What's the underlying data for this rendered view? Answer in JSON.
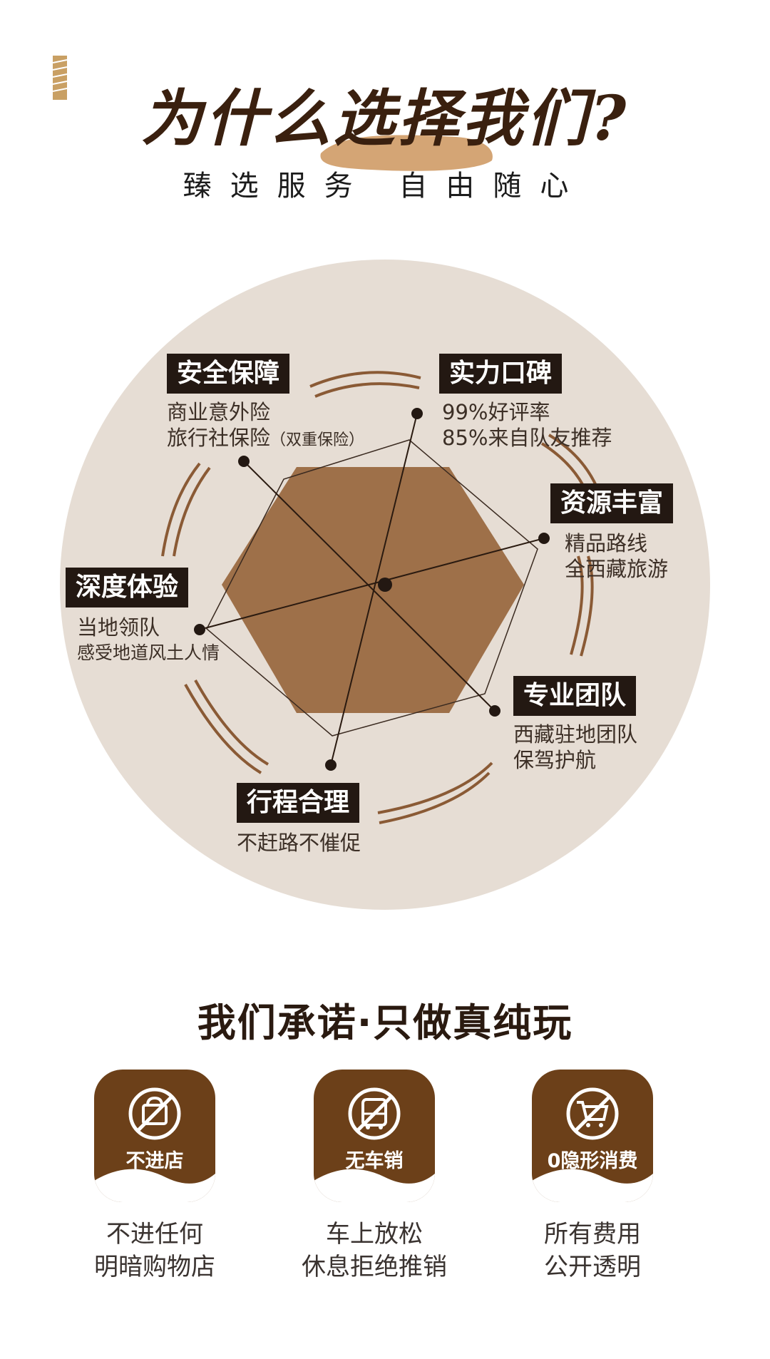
{
  "header": {
    "title": "为什么选择我们?",
    "subtitle": "臻选服务  自由随心"
  },
  "diagram": {
    "items": [
      {
        "label": "安全保障",
        "lines": [
          "商业意外险",
          "旅行社保险"
        ],
        "note": "（双重保险）"
      },
      {
        "label": "实力口碑",
        "lines": [
          "99%好评率",
          "85%来自队友推荐"
        ]
      },
      {
        "label": "资源丰富",
        "lines": [
          "精品路线",
          "全西藏旅游"
        ]
      },
      {
        "label": "专业团队",
        "lines": [
          "西藏驻地团队",
          "保驾护航"
        ]
      },
      {
        "label": "行程合理",
        "lines": [
          "不赶路不催促"
        ]
      },
      {
        "label": "深度体验",
        "lines": [
          "当地领队",
          "感受地道风土人情"
        ]
      }
    ]
  },
  "promise": {
    "title": "我们承诺·只做真纯玩",
    "cards": [
      {
        "icon": "no-shopping-icon",
        "label": "不进店",
        "desc": [
          "不进任何",
          "明暗购物店"
        ]
      },
      {
        "icon": "no-bus-sales-icon",
        "label": "无车销",
        "desc": [
          "车上放松",
          "休息拒绝推销"
        ]
      },
      {
        "icon": "no-cart-icon",
        "label": "0隐形消费",
        "desc": [
          "所有费用",
          "公开透明"
        ]
      }
    ]
  },
  "colors": {
    "circle": "#e6ddd4",
    "hexagon": "#9e7049",
    "label_bg": "#231812",
    "card_bg": "#6c4019",
    "arc": "#8a5a35"
  }
}
